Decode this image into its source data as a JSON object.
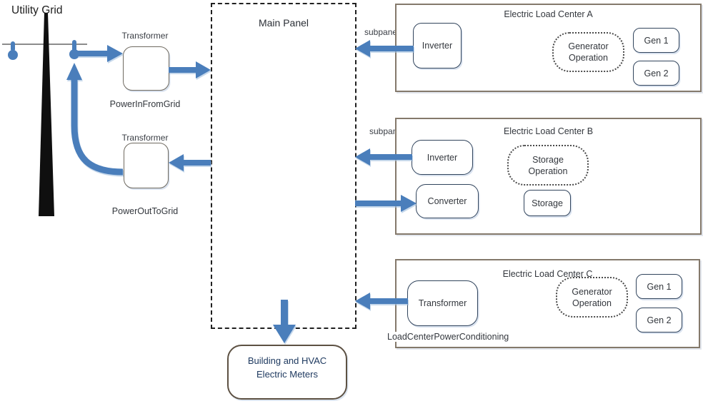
{
  "utility": {
    "title": "Utility Grid"
  },
  "main_panel": {
    "title": "Main Panel"
  },
  "grid_in": {
    "label": "Transformer",
    "caption": "PowerInFromGrid"
  },
  "grid_out": {
    "label": "Transformer",
    "caption": "PowerOutToGrid"
  },
  "meters": {
    "line1": "Building and HVAC",
    "line2": "Electric Meters"
  },
  "lc_a": {
    "title": "Electric Load Center A",
    "subpanel": "subpanel",
    "inverter": "Inverter",
    "operation": "Generator Operation",
    "gen1": "Gen 1",
    "gen2": "Gen 2"
  },
  "lc_b": {
    "title": "Electric Load Center B",
    "subpanel": "subpanel",
    "inverter": "Inverter",
    "converter": "Converter",
    "operation": "Storage Operation",
    "storage": "Storage"
  },
  "lc_c": {
    "title": "Electric Load Center C",
    "transformer": "Transformer",
    "operation": "Generator Operation",
    "gen1": "Gen 1",
    "gen2": "Gen 2",
    "caption": "LoadCenterPowerConditioning"
  },
  "colors": {
    "arrow_blue": "#4a7ebb",
    "outer_border": "#84796b",
    "inner_border": "#31445c",
    "meters_border": "#5d5143"
  }
}
